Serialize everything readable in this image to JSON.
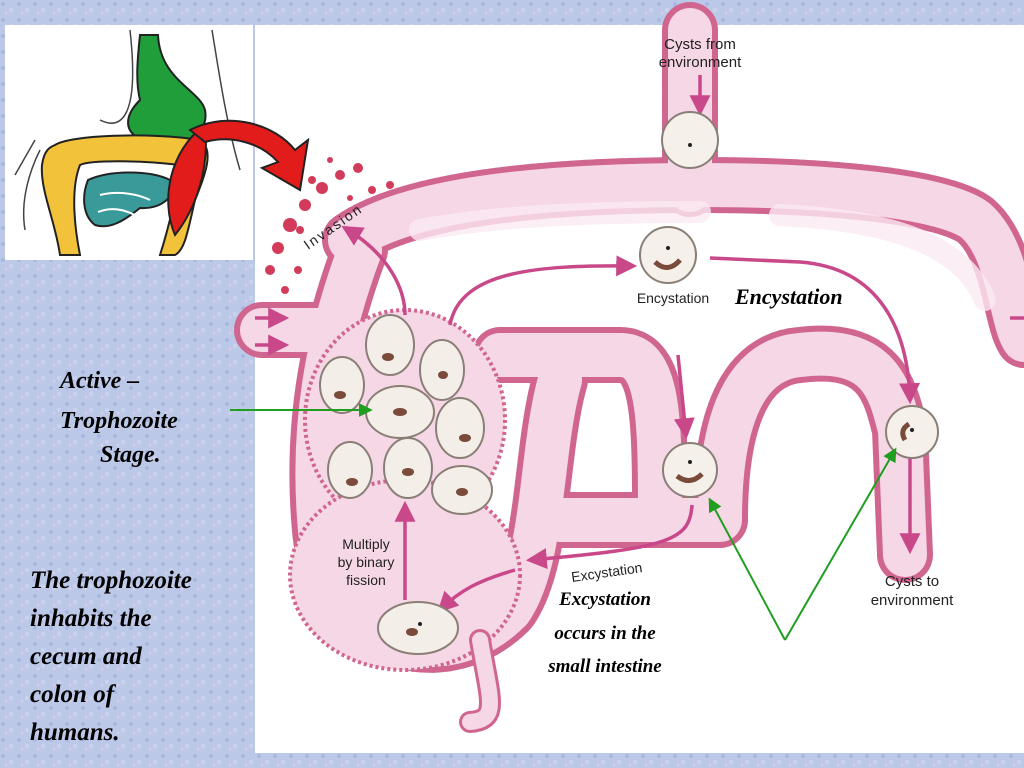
{
  "labels": {
    "cysts_from": [
      "Cysts from",
      "environment"
    ],
    "invasion": "Invasion",
    "encystation_small": "Encystation",
    "encystation_big": "Encystation",
    "multiply": [
      "Multiply",
      "by binary",
      "fission"
    ],
    "excystation_small": "Excystation",
    "cysts_to": [
      "Cysts to",
      "environment"
    ],
    "excystation_note": [
      "Excystation",
      "occurs in the",
      "small intestine"
    ]
  },
  "side": {
    "active_line1": "Active –",
    "active_line2": "Trophozoite",
    "active_line3": "Stage.",
    "habitat": [
      "The trophozoite",
      "inhabits the",
      "cecum and",
      "colon of",
      "humans."
    ]
  },
  "colors": {
    "background": "#b9c6e6",
    "intestine_fill": "#f6d7e6",
    "intestine_edge": "#d0668f",
    "arrow": "#c9488a",
    "stomach": "#1f9e3a",
    "colon_inset": "#f2c23a",
    "small_intestine_inset": "#3a9a9a",
    "red_arrow": "#e21b1b",
    "pointer": "#1f9e1f"
  }
}
